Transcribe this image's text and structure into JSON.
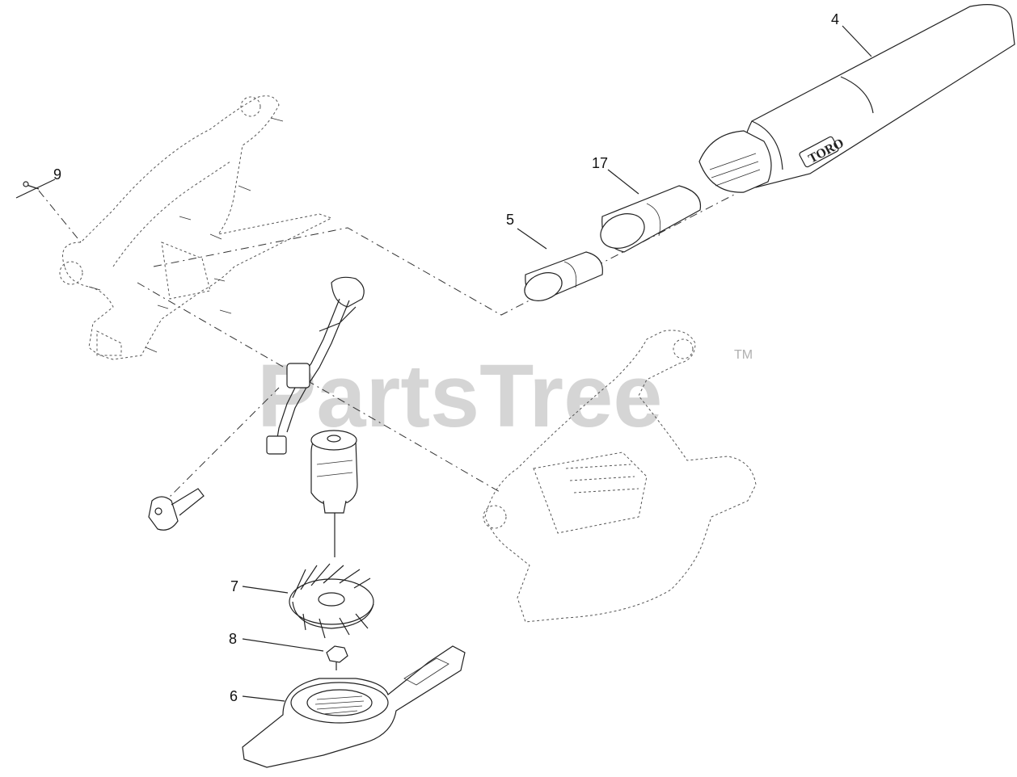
{
  "callouts": {
    "p4": "4",
    "p5": "5",
    "p6": "6",
    "p7": "7",
    "p8": "8",
    "p9": "9",
    "p17": "17"
  },
  "watermark": {
    "text": "PartsTree",
    "trademark": "TM"
  },
  "tube_logo": "TORO"
}
